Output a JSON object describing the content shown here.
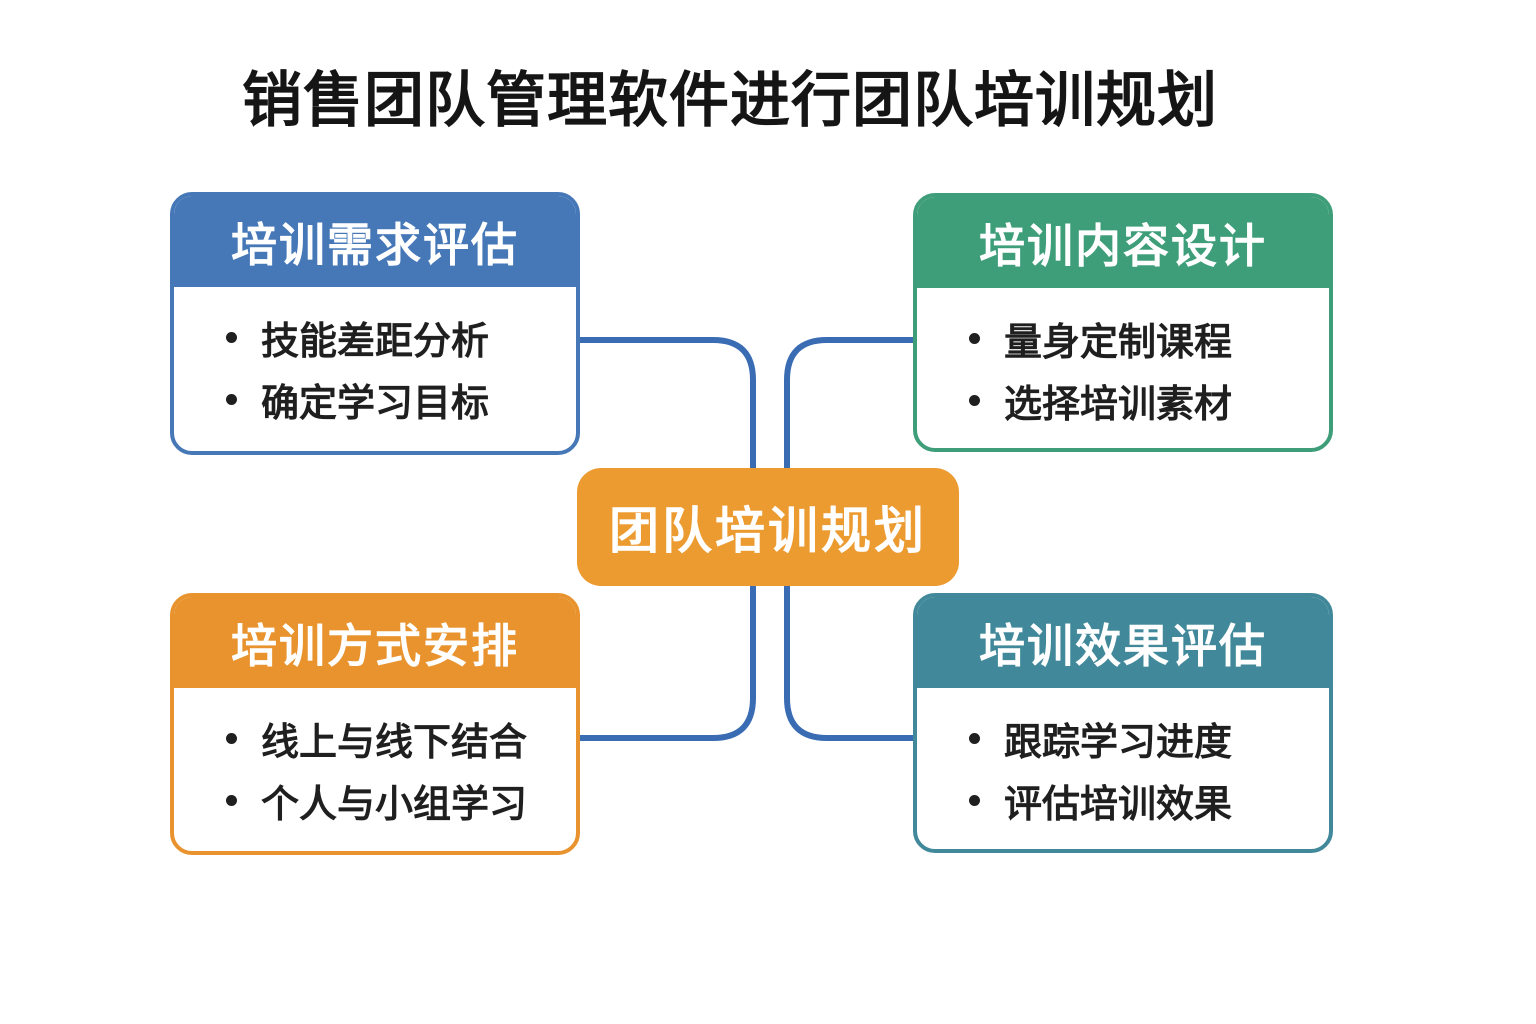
{
  "page": {
    "title": "销售团队管理软件进行团队培训规划",
    "background_color": "#ffffff",
    "title_color": "#151515",
    "body_text_color": "#1f1f1f"
  },
  "connectors": {
    "color": "#3a6cb4"
  },
  "center": {
    "label": "团队培训规划",
    "color": "#ec9b31",
    "text_color": "#ffffff"
  },
  "nodes": [
    {
      "title": "培训需求评估",
      "color": "#4678b8",
      "items": [
        "技能差距分析",
        "确定学习目标"
      ]
    },
    {
      "title": "培训内容设计",
      "color": "#3f9e7a",
      "items": [
        "量身定制课程",
        "选择培训素材"
      ]
    },
    {
      "title": "培训方式安排",
      "color": "#e8932d",
      "items": [
        "线上与线下结合",
        "个人与小组学习"
      ]
    },
    {
      "title": "培训效果评估",
      "color": "#41899a",
      "items": [
        "跟踪学习进度",
        "评估培训效果"
      ]
    }
  ]
}
